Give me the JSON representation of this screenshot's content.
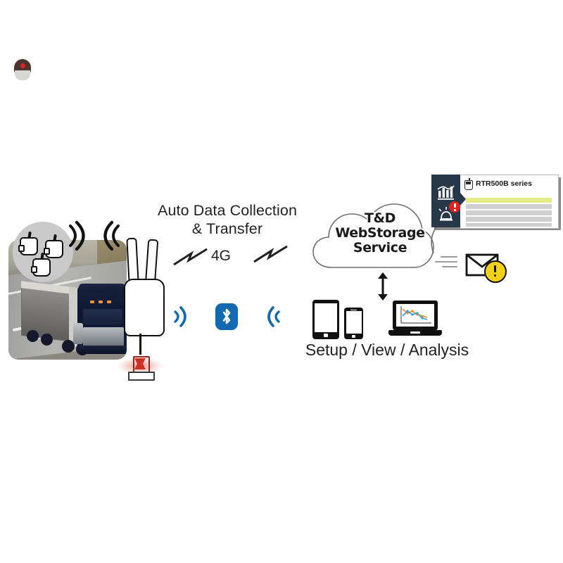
{
  "diagram": {
    "title": "RTR500B series auto data collection and transfer system diagram",
    "colors": {
      "accent_blue": "#1169b0",
      "panel_navy": "#27384a",
      "alert_red": "#e0231c",
      "warn_yellow": "#f5d116",
      "row_highlight": "#e6ec85",
      "row_gray": "#cfcfcf",
      "text": "#231f20"
    }
  },
  "transfer": {
    "headline_line1": "Auto Data Collection",
    "headline_line2": "& Transfer",
    "network_label": "4G",
    "bluetooth_icon": "bluetooth-icon",
    "wave_left_icon": "wireless-wave-icon",
    "wave_right_icon": "wireless-wave-icon"
  },
  "truck_scene": {
    "photo_alt": "semi truck on highway",
    "logger_circle_icon": "data-logger-group-icon",
    "logger_count": 3,
    "gateway_icon": "rtr500b-gateway-icon",
    "beacon_icon": "warning-beacon-lamp-icon",
    "wave_icons": [
      "radio-wave-icon",
      "radio-wave-icon"
    ]
  },
  "cloud": {
    "line1": "T&D",
    "line2": "WebStorage",
    "line3": "Service",
    "icon": "cloud-icon"
  },
  "web_panel": {
    "sidebar": {
      "chart_icon": "bar-chart-icon",
      "alarm_icon": "alarm-siren-icon",
      "alert_badge_icon": "alert-exclamation-icon"
    },
    "device_icon": "data-logger-icon",
    "title": "RTR500B series",
    "rows": [
      {
        "state": "highlight"
      },
      {
        "state": "gray"
      },
      {
        "state": "gray"
      },
      {
        "state": "gray"
      },
      {
        "state": "gray"
      },
      {
        "state": "gray"
      }
    ]
  },
  "alert_mail": {
    "envelope_icon": "email-envelope-icon",
    "warning_icon": "warning-exclamation-icon",
    "motion_icon": "speed-lines-icon"
  },
  "devices": {
    "caption": "Setup / View / Analysis",
    "tablet_icon": "tablet-icon",
    "phone_icon": "smartphone-icon",
    "laptop_icon": "laptop-chart-icon",
    "sync_arrow_icon": "up-down-arrow-icon"
  }
}
